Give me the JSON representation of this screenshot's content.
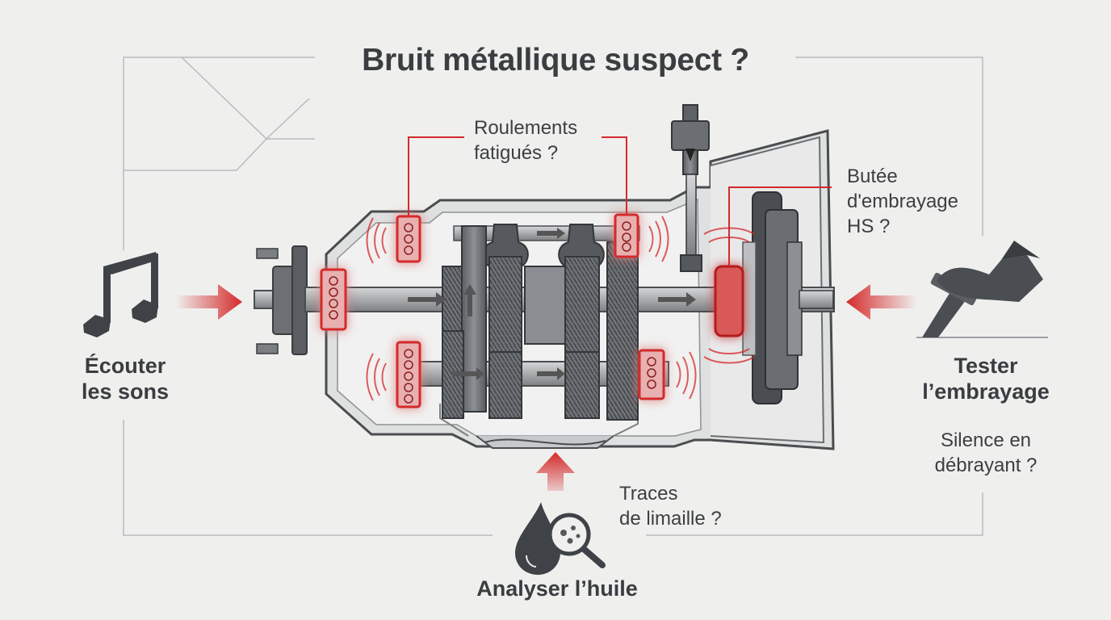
{
  "title": "Bruit métallique suspect ?",
  "callouts": {
    "bearings": [
      "Roulements",
      "fatigués ?"
    ],
    "release_bearing": [
      "Butée",
      "d'embrayage",
      "HS ?"
    ],
    "clutch_question": [
      "Silence en",
      "débrayant ?"
    ],
    "filings": [
      "Traces",
      "de limaille ?"
    ]
  },
  "actions": {
    "listen": [
      "Écouter",
      "les sons"
    ],
    "clutch": [
      "Tester",
      "l’embrayage"
    ],
    "oil": "Analyser l’huile"
  },
  "icons": {
    "listen": "music-note-icon",
    "clutch": "foot-pedal-icon",
    "oil": "oil-drop-magnifier-icon"
  },
  "colors": {
    "highlight": "#d42a2a",
    "housing": "#dcdcdc",
    "dark": "#3a3d40"
  }
}
